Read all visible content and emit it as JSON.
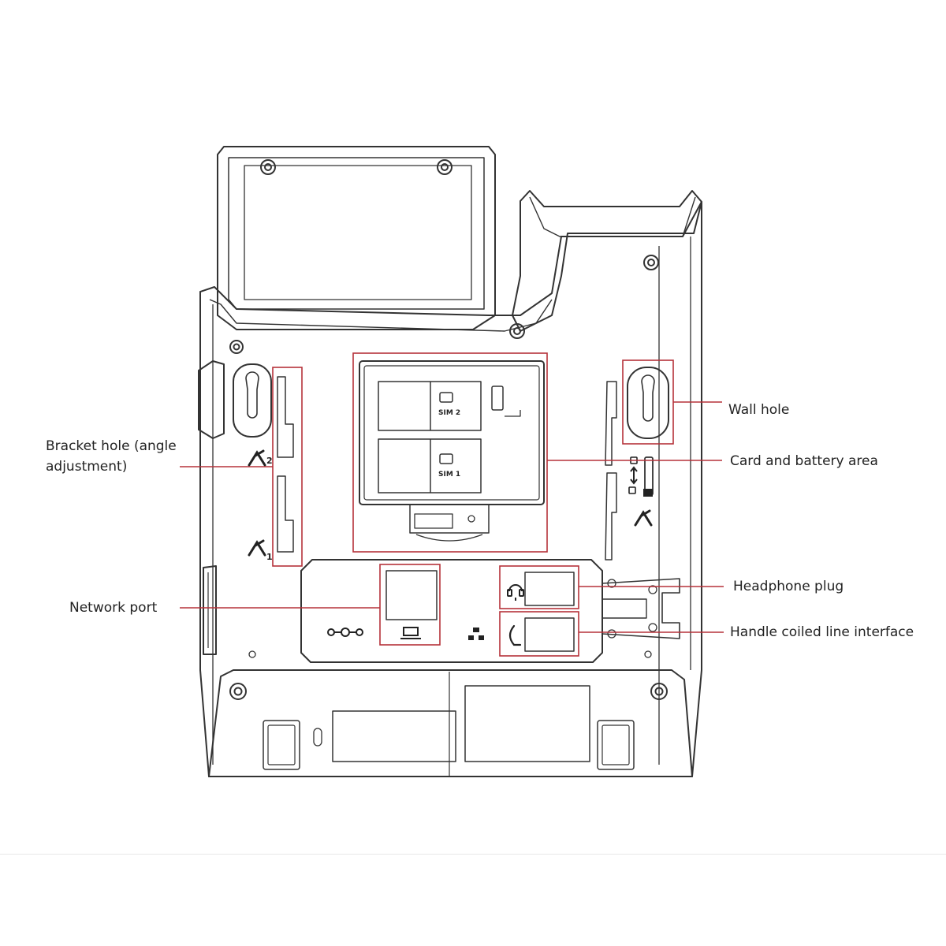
{
  "callouts": {
    "bracket_hole": {
      "line1": "Bracket hole (angle",
      "line2": "adjustment)"
    },
    "network_port": "Network port",
    "wall_hole": "Wall hole",
    "card_battery": "Card and battery area",
    "headphone_plug": "Headphone plug",
    "handle_line": "Handle coiled line interface"
  },
  "device_labels": {
    "sim2": "SIM 2",
    "sim1": "SIM 1",
    "angle_2": "2",
    "angle_1": "1"
  },
  "colors": {
    "outline": "#333333",
    "highlight": "#b5323a",
    "leader": "#b5323a",
    "text": "#222222",
    "background": "#ffffff"
  },
  "icons": [
    "power-dc-icon",
    "computer-port-icon",
    "lan-network-icon",
    "headset-icon",
    "handset-icon",
    "angle-bracket-icon",
    "lock-icon",
    "arrows-updown-icon",
    "unlock-icon"
  ]
}
